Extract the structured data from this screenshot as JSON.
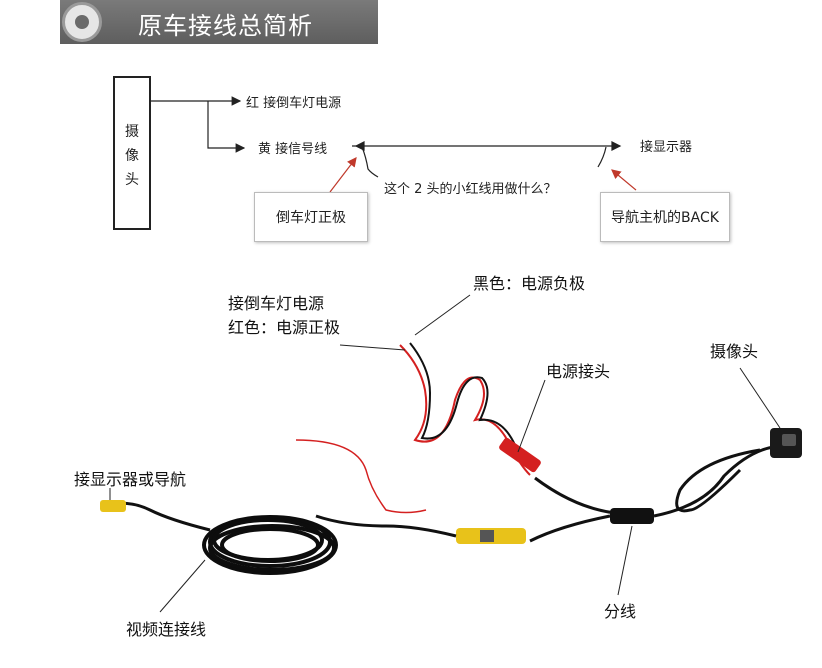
{
  "header": {
    "title": "原车接线总简析"
  },
  "schematic": {
    "camera_label": "摄像头",
    "red_wire": "红 接倒车灯电源",
    "yellow_wire": "黄 接信号线",
    "display_label": "接显示器",
    "question": "这个 2 头的小红线用做什么？",
    "left_box": "倒车灯正极",
    "right_box": "导航主机的BACK"
  },
  "photo_labels": {
    "reverse_power": "接倒车灯电源",
    "red_positive": "红色：电源正极",
    "black_negative": "黑色：电源负极",
    "power_connector": "电源接头",
    "camera": "摄像头",
    "display_nav": "接显示器或导航",
    "video_cable": "视频连接线",
    "splitter": "分线"
  },
  "colors": {
    "header_bg": "#666666",
    "wire_red": "#d42020",
    "wire_black": "#111111",
    "rca_yellow": "#e8c21a"
  }
}
